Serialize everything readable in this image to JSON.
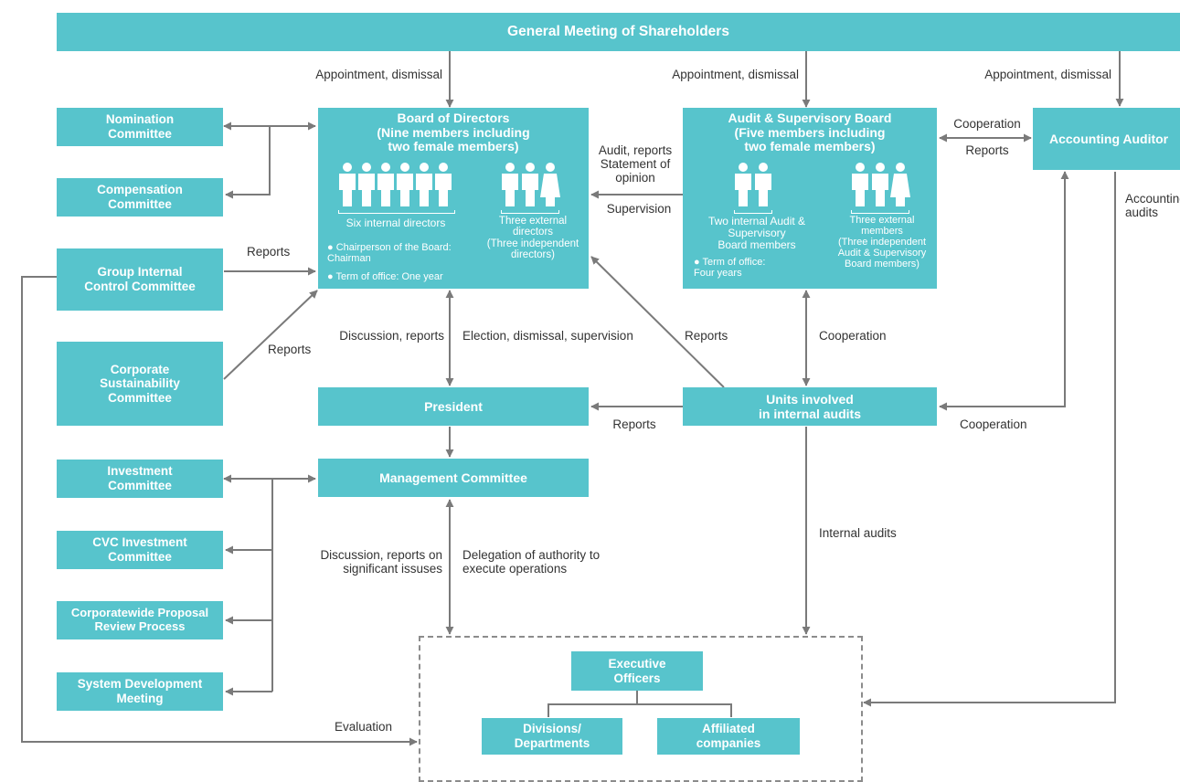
{
  "colors": {
    "box_fill": "#57c4cc",
    "arrow": "#7a7a7a",
    "text": "#333333",
    "box_text": "#ffffff"
  },
  "nodes": {
    "shareholders": "General Meeting of Shareholders",
    "board": {
      "title": "Board of Directors\n(Nine members including\ntwo female members)",
      "internal_label": "Six internal directors",
      "external_label": "Three external\ndirectors\n(Three independent\ndirectors)",
      "notes": [
        "Chairperson of the Board:\nChairman",
        "Term of office: One year"
      ]
    },
    "audit_board": {
      "title": "Audit & Supervisory Board\n(Five members including\ntwo female members)",
      "internal_label": "Two internal Audit &\nSupervisory\nBoard members",
      "external_label": "Three external\nmembers\n(Three independent\nAudit & Supervisory\nBoard members)",
      "notes": [
        "Term of office:\nFour years"
      ]
    },
    "accounting_auditor": "Accounting Auditor",
    "nomination": "Nomination\nCommittee",
    "compensation": "Compensation\nCommittee",
    "group_internal_control": "Group Internal\nControl Committee",
    "sustainability": "Corporate\nSustainability\nCommittee",
    "president": "President",
    "internal_audit_units": "Units involved\nin internal audits",
    "management": "Management Committee",
    "investment": "Investment\nCommittee",
    "cvc": "CVC Investment\nCommittee",
    "proposal_review": "Corporatewide Proposal\nReview Process",
    "system_dev": "System Development\nMeeting",
    "executive_officers": "Executive\nOfficers",
    "divisions": "Divisions/\nDepartments",
    "affiliates": "Affiliated\ncompanies"
  },
  "edge_labels": {
    "appoint_1": "Appointment, dismissal",
    "appoint_2": "Appointment, dismissal",
    "appoint_3": "Appointment, dismissal",
    "audit_reports": "Audit, reports\nStatement of\nopinion",
    "supervision": "Supervision",
    "cooperation_top": "Cooperation",
    "reports_top": "Reports",
    "accounting_audits": "Accounting\naudits",
    "reports_gic": "Reports",
    "reports_sus": "Reports",
    "discussion_reports": "Discussion, reports",
    "election": "Election, dismissal, supervision",
    "reports_units": "Reports",
    "cooperation_mid": "Cooperation",
    "reports_president": "Reports",
    "cooperation_bottom": "Cooperation",
    "discussion_significant": "Discussion, reports on\nsignificant issuses",
    "delegation": "Delegation of authority to\nexecute operations",
    "internal_audits": "Internal audits",
    "evaluation": "Evaluation"
  }
}
